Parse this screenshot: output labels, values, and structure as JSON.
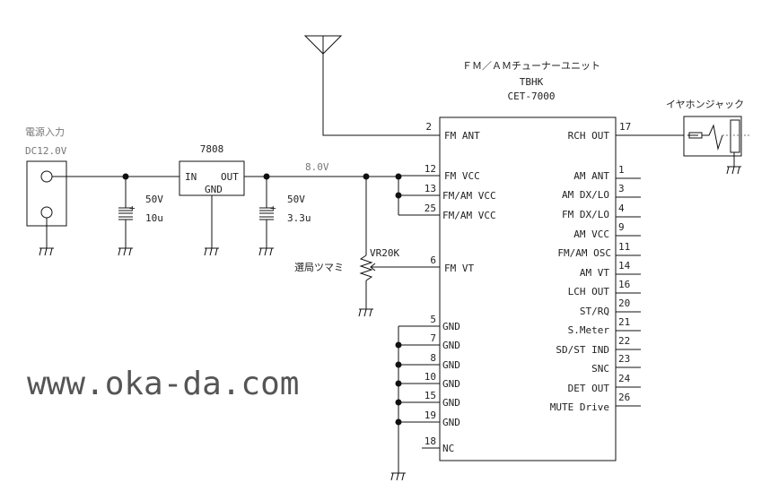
{
  "module": {
    "title": "ＦＭ／ＡＭチューナーユニット",
    "maker": "TBHK",
    "model": "CET-7000"
  },
  "left_pins": [
    {
      "num": "2",
      "name": "FM ANT"
    },
    {
      "num": "12",
      "name": "FM VCC"
    },
    {
      "num": "13",
      "name": "FM/AM VCC"
    },
    {
      "num": "25",
      "name": "FM/AM VCC"
    },
    {
      "num": "6",
      "name": "FM VT"
    },
    {
      "num": "5",
      "name": "GND"
    },
    {
      "num": "7",
      "name": "GND"
    },
    {
      "num": "8",
      "name": "GND"
    },
    {
      "num": "10",
      "name": "GND"
    },
    {
      "num": "15",
      "name": "GND"
    },
    {
      "num": "19",
      "name": "GND"
    },
    {
      "num": "18",
      "name": "NC"
    }
  ],
  "right_pins": [
    {
      "num": "17",
      "name": "RCH OUT"
    },
    {
      "num": "1",
      "name": "AM ANT"
    },
    {
      "num": "3",
      "name": "AM DX/LO"
    },
    {
      "num": "4",
      "name": "FM DX/LO"
    },
    {
      "num": "9",
      "name": "AM VCC"
    },
    {
      "num": "11",
      "name": "FM/AM OSC"
    },
    {
      "num": "14",
      "name": "AM VT"
    },
    {
      "num": "16",
      "name": "LCH OUT"
    },
    {
      "num": "20",
      "name": "ST/RQ"
    },
    {
      "num": "21",
      "name": "S.Meter"
    },
    {
      "num": "22",
      "name": "SD/ST IND"
    },
    {
      "num": "23",
      "name": "SNC"
    },
    {
      "num": "24",
      "name": "DET OUT"
    },
    {
      "num": "26",
      "name": "MUTE Drive"
    }
  ],
  "power_input": {
    "label": "電源入力",
    "voltage": "DC12.0V"
  },
  "regulator": {
    "name": "7808",
    "in": "IN",
    "out": "OUT",
    "gnd": "GND"
  },
  "cap1": {
    "voltage": "50V",
    "value": "10u"
  },
  "cap2": {
    "voltage": "50V",
    "value": "3.3u"
  },
  "rail_voltage": "8.0V",
  "pot": {
    "name": "VR20K",
    "label": "選局ツマミ"
  },
  "earphone": {
    "label": "イヤホンジャック"
  },
  "watermark": "www.oka-da.com"
}
